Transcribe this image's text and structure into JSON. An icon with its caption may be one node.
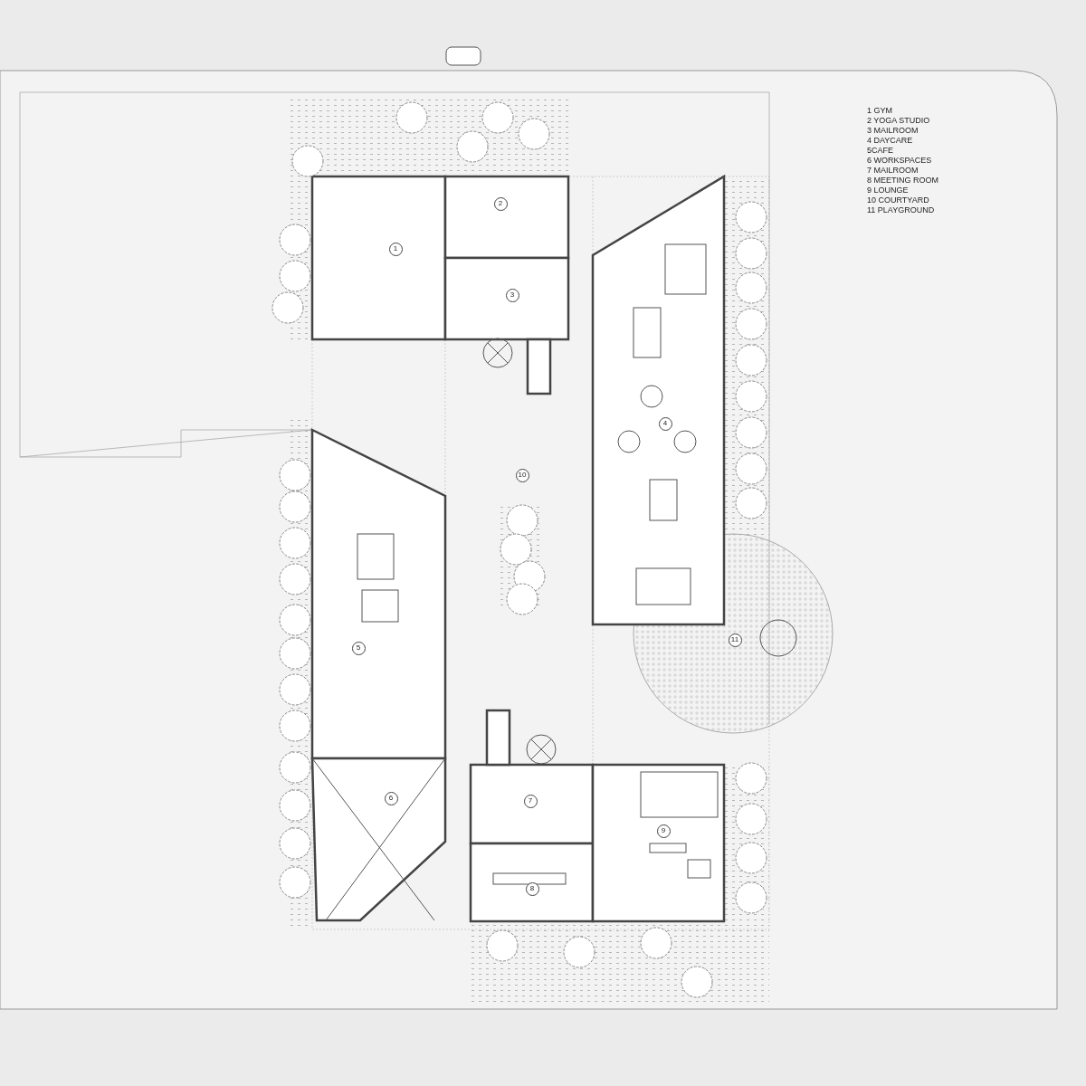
{
  "diagram": {
    "nodes": [
      {
        "text": [
          "1"
        ]
      },
      {
        "text": [
          "2"
        ]
      },
      {
        "text": [
          "3"
        ]
      },
      {
        "text": [
          "4"
        ]
      },
      {
        "text": [
          "5"
        ]
      },
      {
        "text": [
          "6"
        ]
      },
      {
        "text": [
          "7"
        ]
      },
      {
        "text": [
          "8"
        ]
      },
      {
        "text": [
          "9"
        ]
      },
      {
        "text": [
          "10"
        ]
      },
      {
        "text": [
          "11"
        ]
      }
    ],
    "labels": [
      "1 GYM",
      "2 YOGA STUDIO",
      "3 MAILROOM",
      "4 DAYCARE",
      "5CAFE",
      "6 WORKSPACES",
      "7 MAILROOM",
      "8 MEETING ROOM",
      "9 LOUNGE",
      "10 COURTYARD",
      "11 PLAYGROUND"
    ]
  }
}
